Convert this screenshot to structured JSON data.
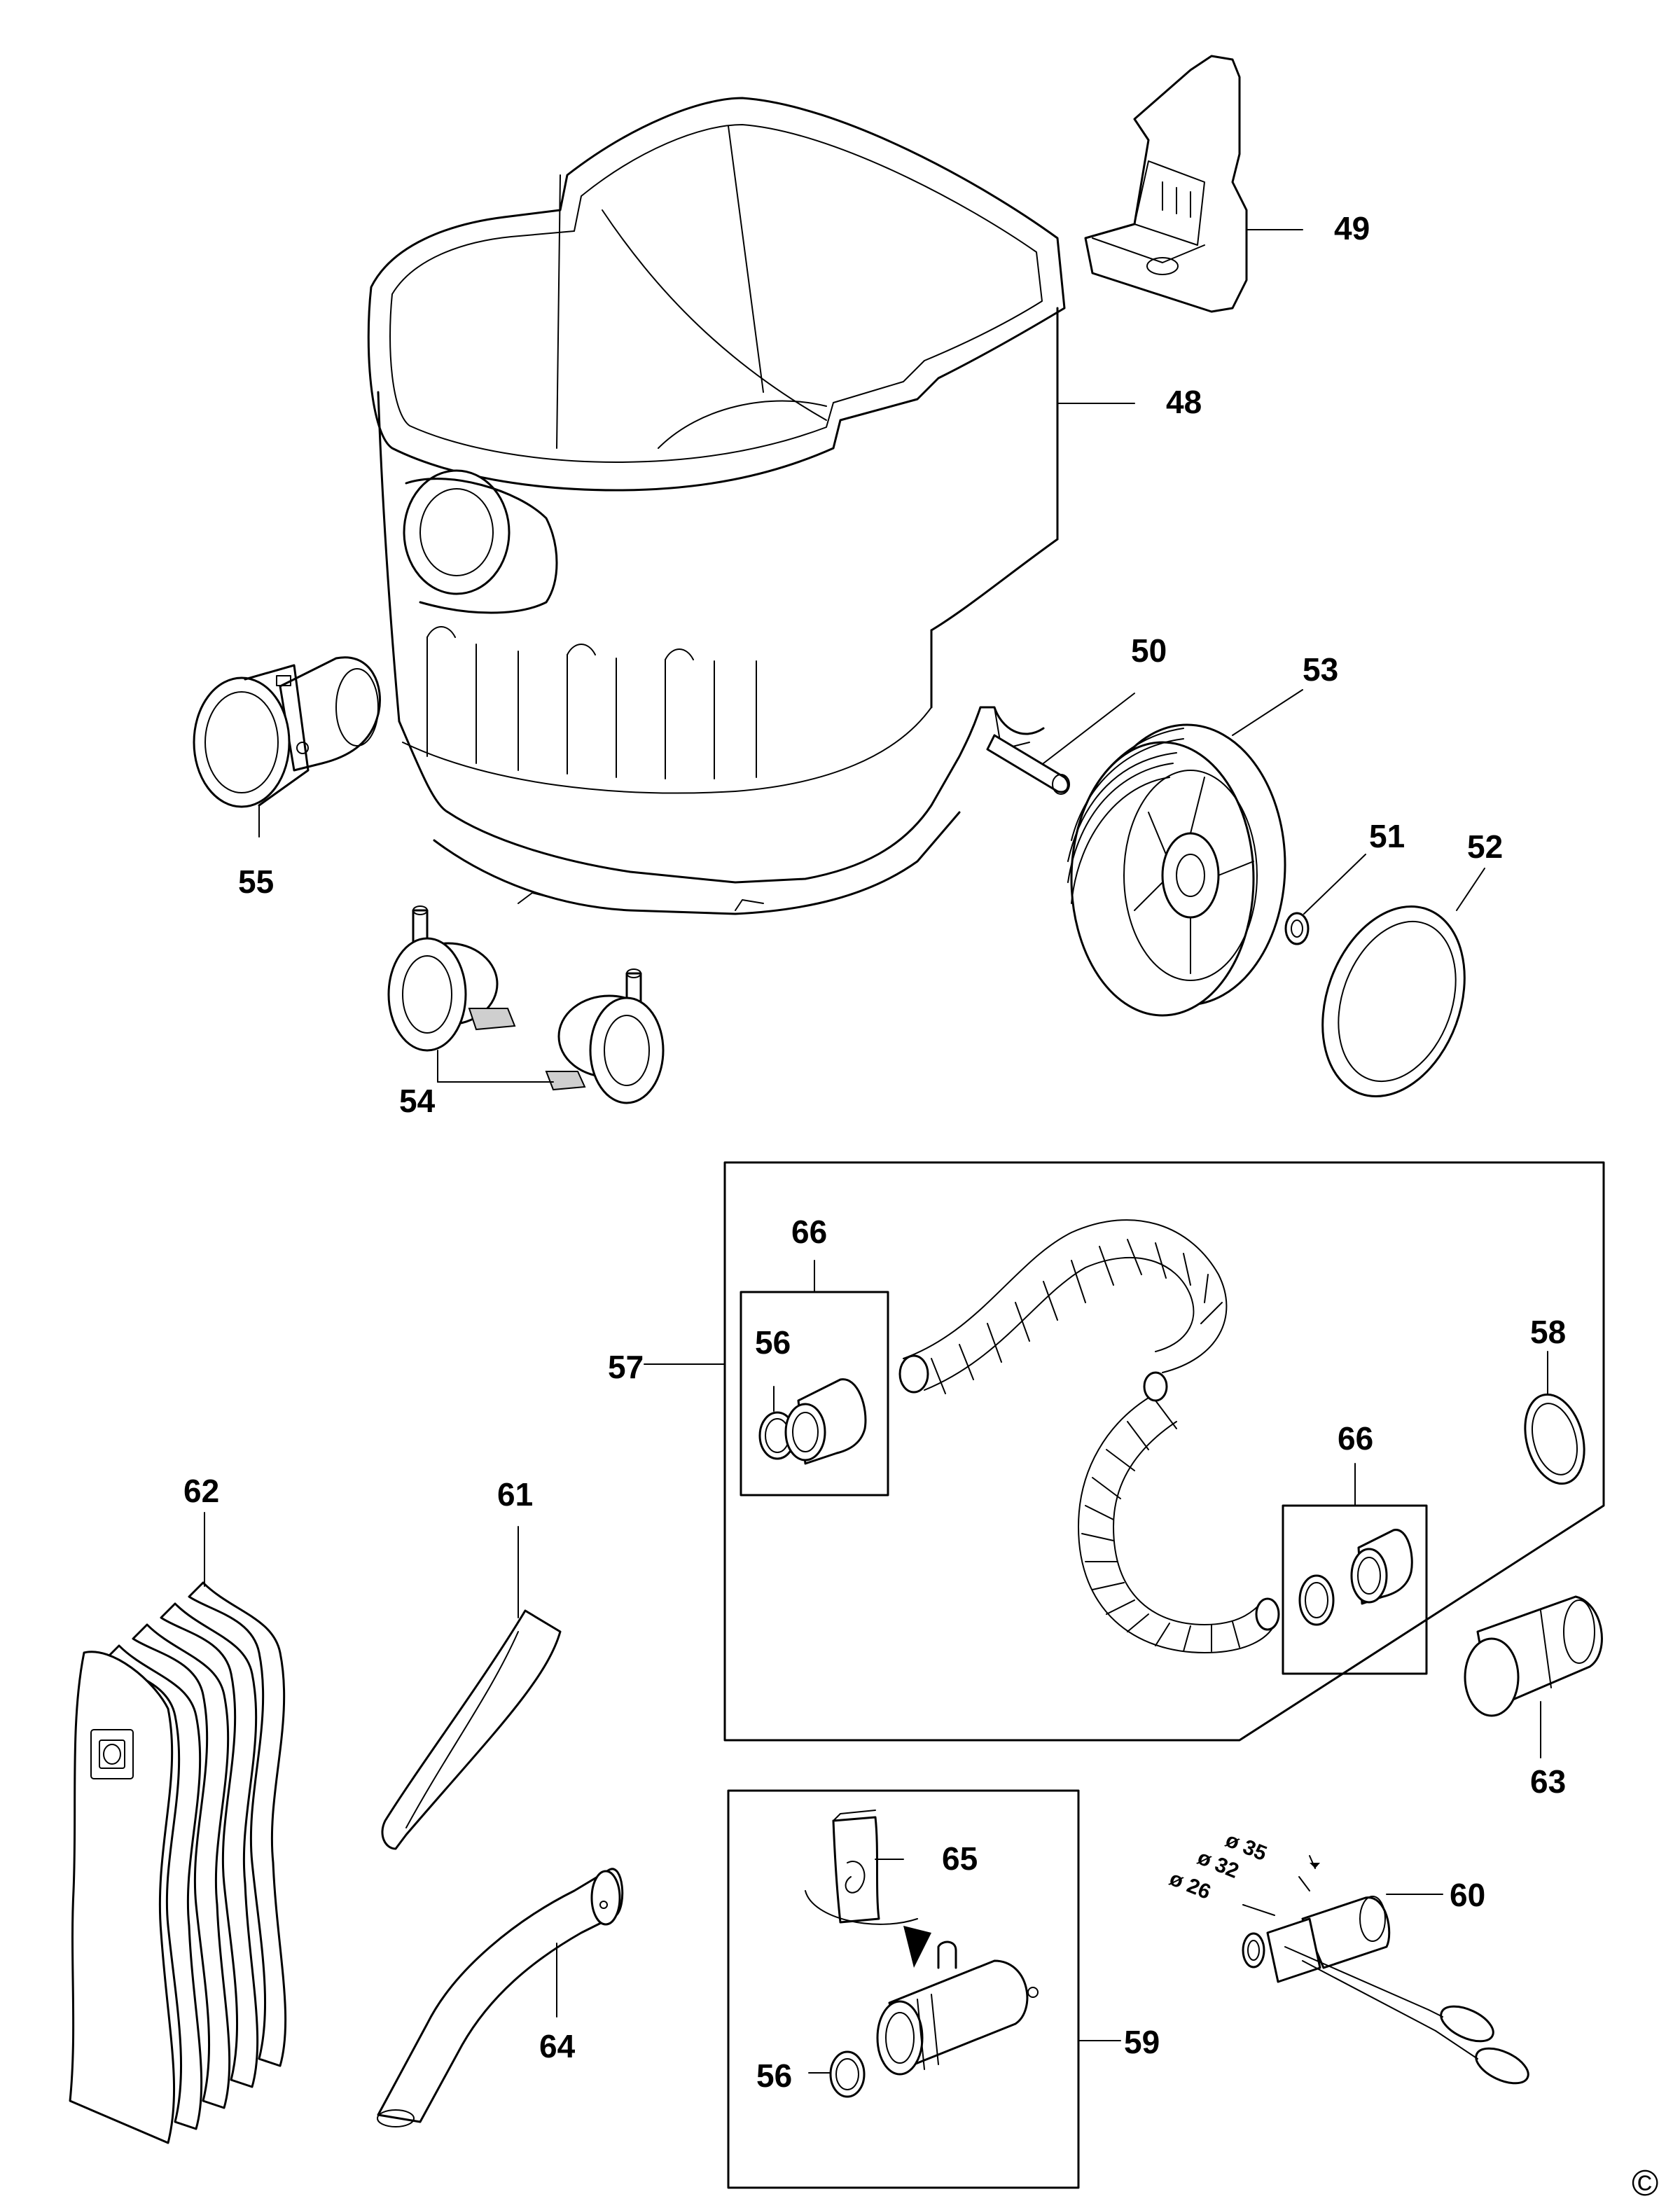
{
  "labels": {
    "p48": "48",
    "p49": "49",
    "p50": "50",
    "p51": "51",
    "p52": "52",
    "p53": "53",
    "p54": "54",
    "p55": "55",
    "p56a": "56",
    "p56b": "56",
    "p57": "57",
    "p58": "58",
    "p59": "59",
    "p60": "60",
    "p61": "61",
    "p62": "62",
    "p63": "63",
    "p64": "64",
    "p65": "65",
    "p66a": "66",
    "p66b": "66"
  },
  "dimensions": {
    "d35": "ø 35",
    "d32": "ø 32",
    "d26": "ø 26"
  },
  "copyright": "©"
}
